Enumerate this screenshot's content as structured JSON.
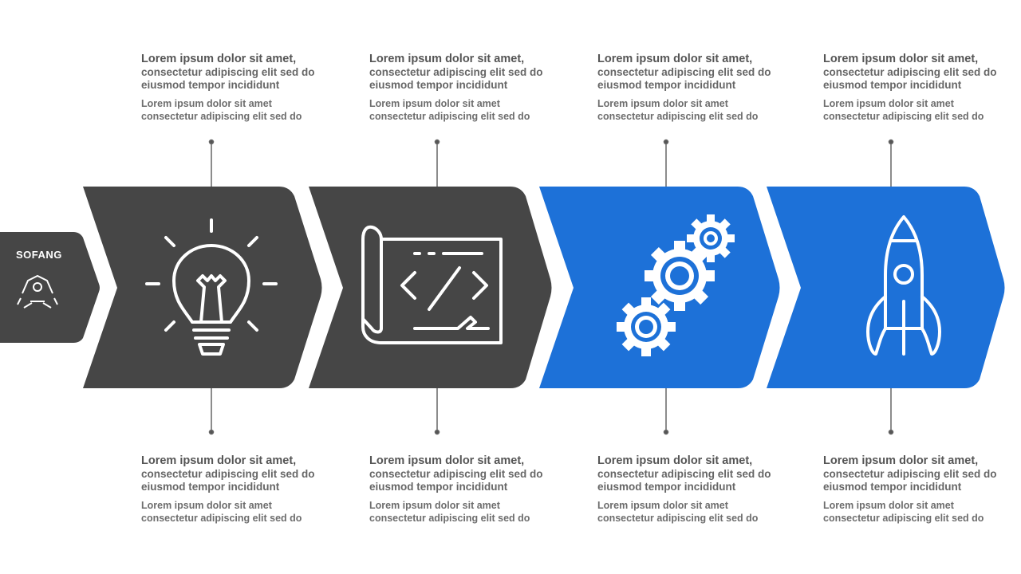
{
  "diagram": {
    "start_label": "SOFANG",
    "colors": {
      "dark": "#464646",
      "blue": "#1d71d8",
      "line": "#666666"
    },
    "steps": [
      {
        "icon": "lightbulb-icon",
        "color": "dark",
        "top": {
          "title": "Lorem ipsum dolor sit amet,",
          "lines": [
            "consectetur adipiscing elit sed do",
            "eiusmod tempor incididunt"
          ],
          "small": [
            "Lorem ipsum dolor sit amet",
            "consectetur adipiscing elit sed do"
          ]
        },
        "bottom": {
          "title": "Lorem ipsum dolor sit amet,",
          "lines": [
            "consectetur adipiscing elit sed do",
            "eiusmod tempor incididunt"
          ],
          "small": [
            "Lorem ipsum dolor sit amet",
            "consectetur adipiscing elit sed do"
          ]
        }
      },
      {
        "icon": "blueprint-icon",
        "color": "dark",
        "top": {
          "title": "Lorem ipsum dolor sit amet,",
          "lines": [
            "consectetur adipiscing elit sed do",
            "eiusmod tempor incididunt"
          ],
          "small": [
            "Lorem ipsum dolor sit amet",
            "consectetur adipiscing elit sed do"
          ]
        },
        "bottom": {
          "title": "Lorem ipsum dolor sit amet,",
          "lines": [
            "consectetur adipiscing elit sed do",
            "eiusmod tempor incididunt"
          ],
          "small": [
            "Lorem ipsum dolor sit amet",
            "consectetur adipiscing elit sed do"
          ]
        }
      },
      {
        "icon": "gears-icon",
        "color": "blue",
        "top": {
          "title": "Lorem ipsum dolor sit amet,",
          "lines": [
            "consectetur adipiscing elit sed do",
            "eiusmod tempor incididunt"
          ],
          "small": [
            "Lorem ipsum dolor sit amet",
            "consectetur adipiscing elit sed do"
          ]
        },
        "bottom": {
          "title": "Lorem ipsum dolor sit amet,",
          "lines": [
            "consectetur adipiscing elit sed do",
            "eiusmod tempor incididunt"
          ],
          "small": [
            "Lorem ipsum dolor sit amet",
            "consectetur adipiscing elit sed do"
          ]
        }
      },
      {
        "icon": "rocket-icon",
        "color": "blue",
        "top": {
          "title": "Lorem ipsum dolor sit amet,",
          "lines": [
            "consectetur adipiscing elit sed do",
            "eiusmod tempor incididunt"
          ],
          "small": [
            "Lorem ipsum dolor sit amet",
            "consectetur adipiscing elit sed do"
          ]
        },
        "bottom": {
          "title": "Lorem ipsum dolor sit amet,",
          "lines": [
            "consectetur adipiscing elit sed do",
            "eiusmod tempor incididunt"
          ],
          "small": [
            "Lorem ipsum dolor sit amet",
            "consectetur adipiscing elit sed do"
          ]
        }
      }
    ]
  }
}
